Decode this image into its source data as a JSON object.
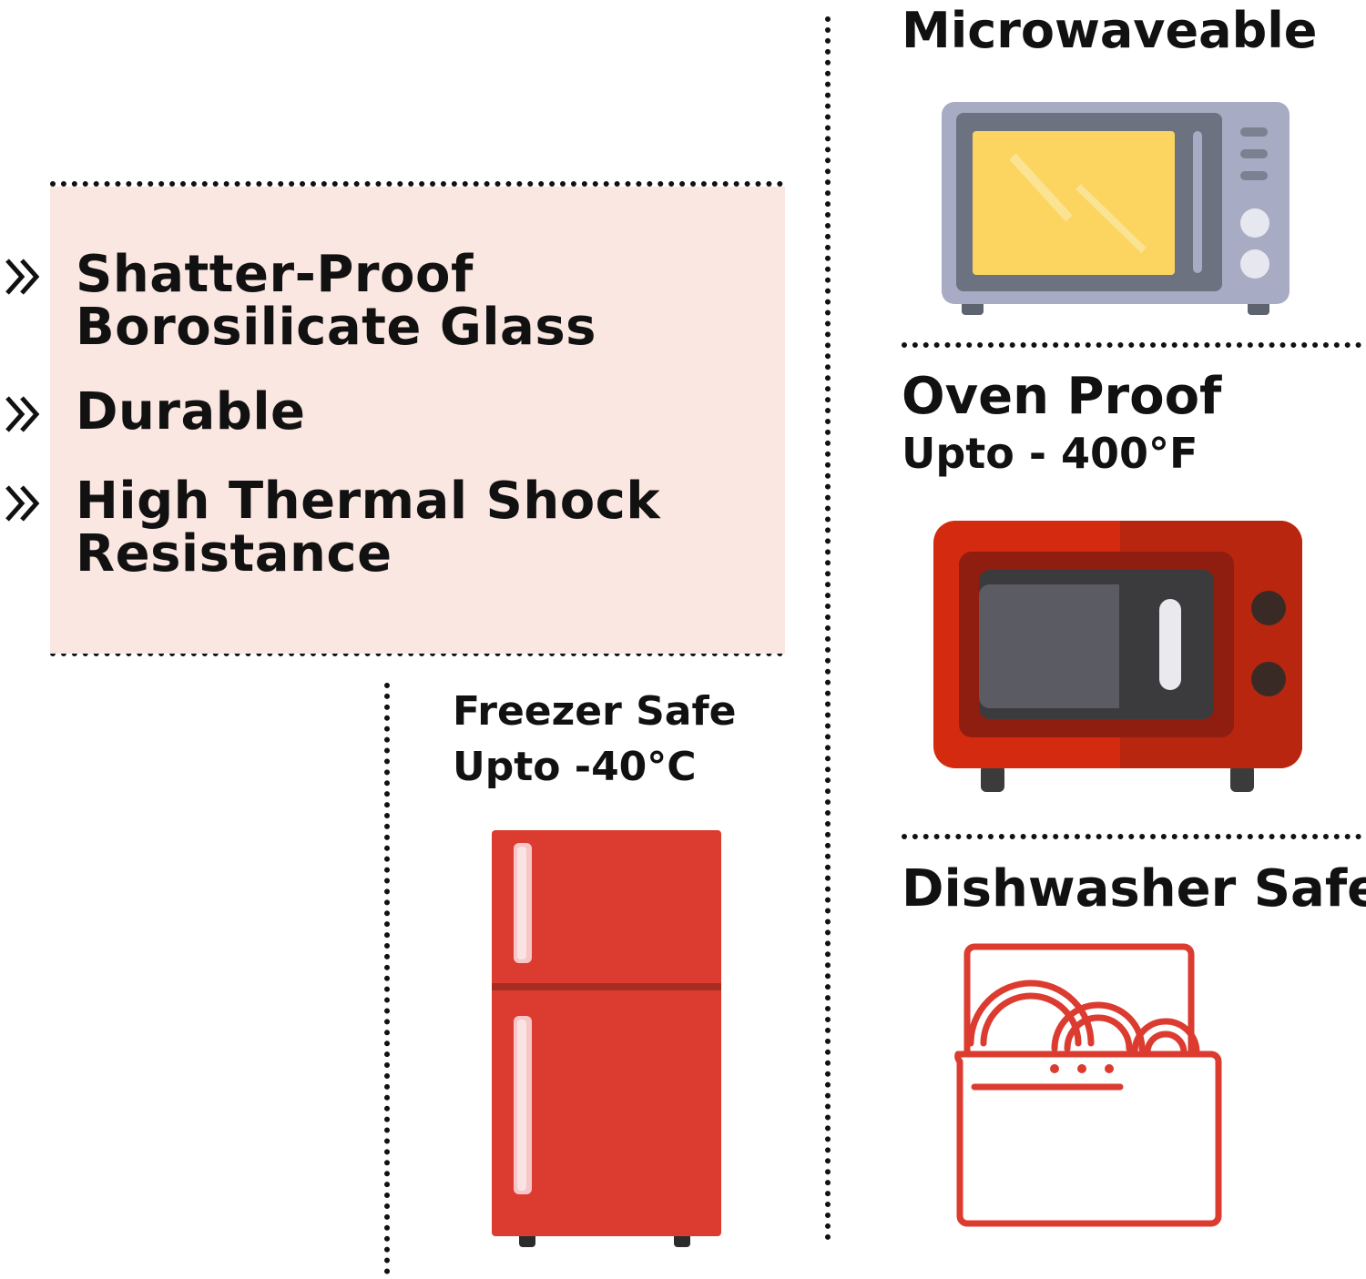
{
  "features": [
    {
      "label": "Shatter-Proof\nBorosilicate Glass"
    },
    {
      "label": "Durable"
    },
    {
      "label": "High Thermal Shock\nResistance"
    }
  ],
  "properties": {
    "microwave": {
      "title": "Microwaveable"
    },
    "oven": {
      "title": "Oven Proof",
      "subtitle": "Upto - 400°F"
    },
    "freezer": {
      "title": "Freezer Safe",
      "subtitle": "Upto -40°C"
    },
    "dishwasher": {
      "title": "Dishwasher Safe"
    }
  },
  "colors": {
    "panel_background": "#fbe7e1",
    "accent_red": "#dc3b30",
    "microwave_gray": "#a7abc3",
    "microwave_window": "#fcd561"
  }
}
